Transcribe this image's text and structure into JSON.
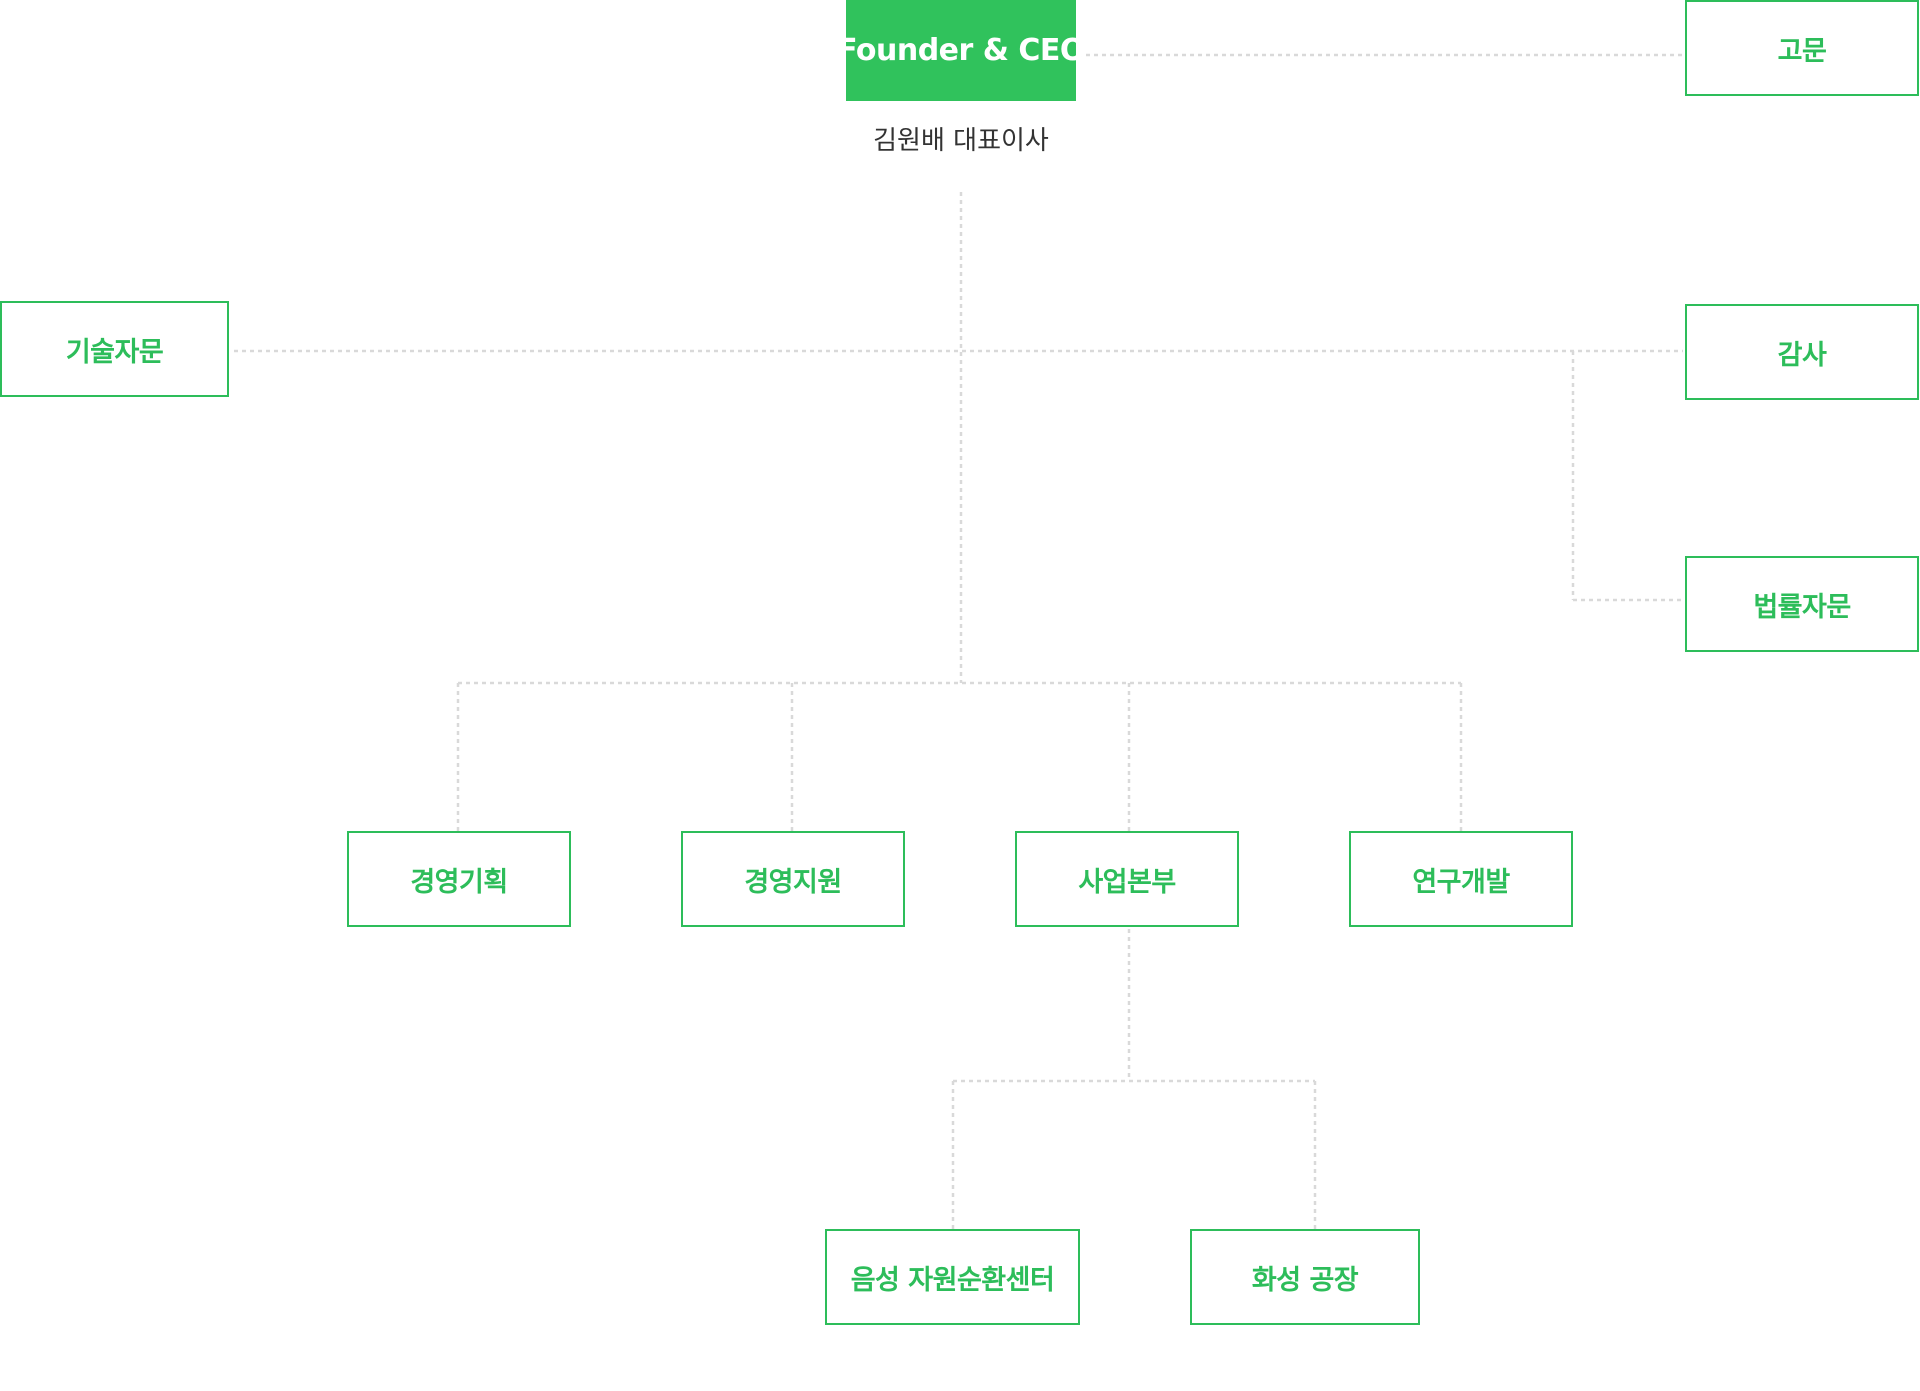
{
  "org_chart": {
    "ceo": {
      "title": "Founder & CEO",
      "name": "김원배 대표이사"
    },
    "advisors": {
      "advisor": "고문",
      "tech_advisory": "기술자문",
      "audit": "감사",
      "legal_advisory": "법률자문"
    },
    "divisions": {
      "management_planning": "경영기획",
      "management_support": "경영지원",
      "business_division": "사업본부",
      "research_development": "연구개발"
    },
    "sites": {
      "eumseong_center": "음성 자원순환센터",
      "hwaseong_factory": "화성 공장"
    }
  },
  "colors": {
    "accent": "#2dbd5a",
    "ceo_fill": "#30c25c",
    "connector": "#d9d9d9",
    "caption_text": "#333333"
  }
}
